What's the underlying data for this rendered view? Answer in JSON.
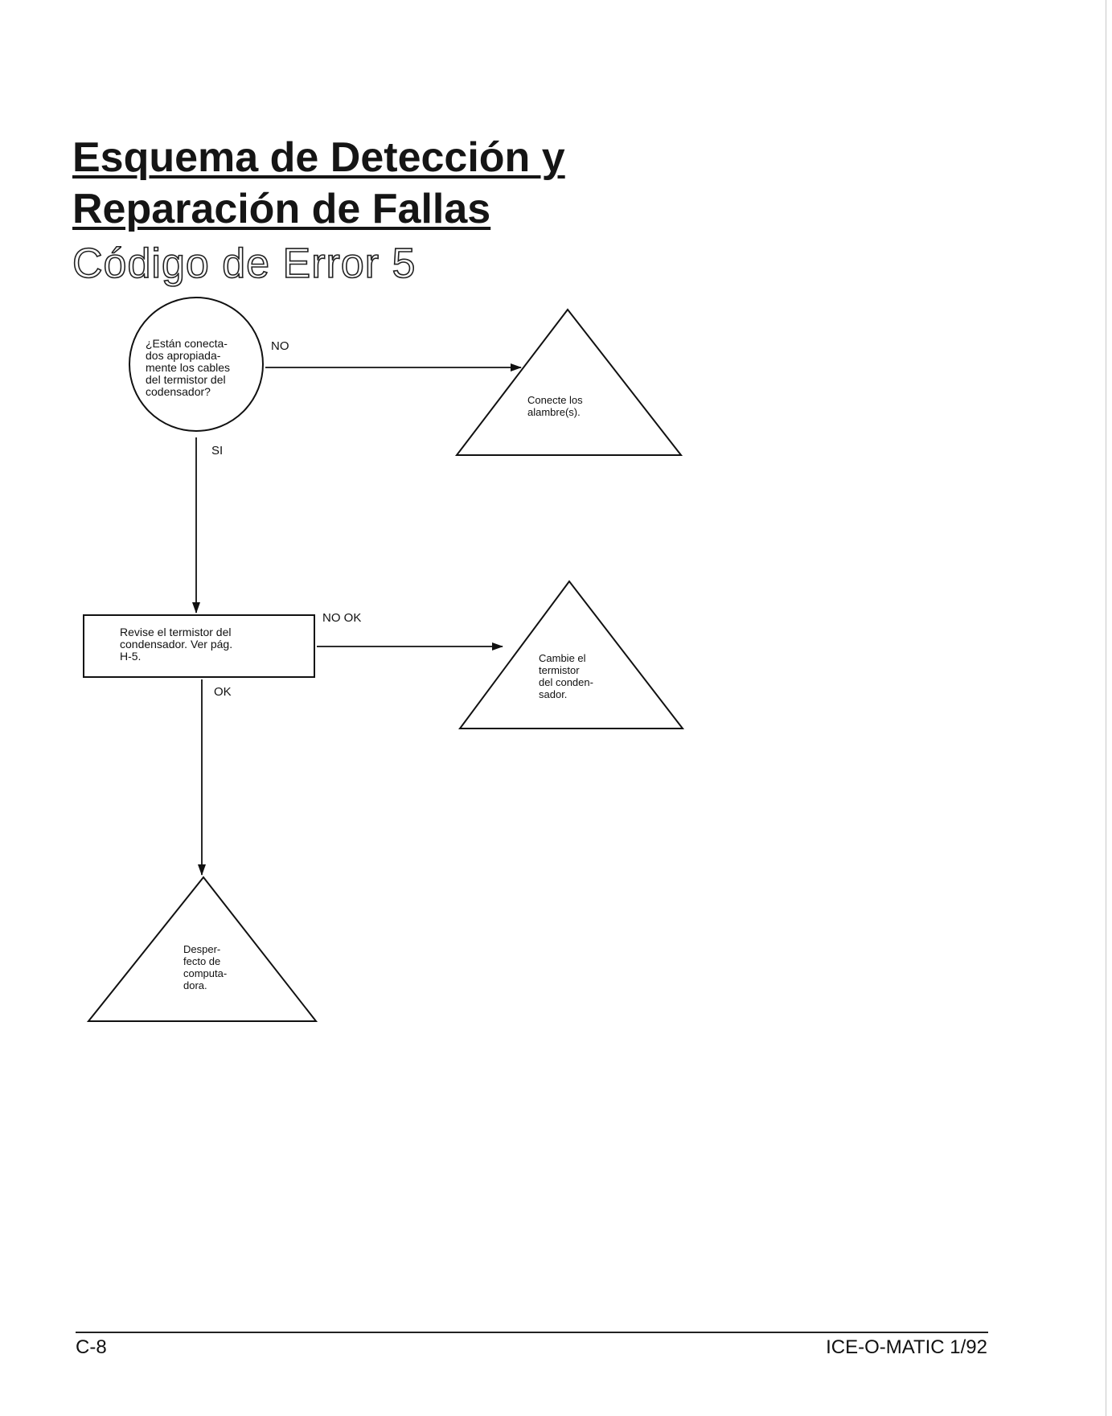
{
  "title": {
    "line1": "Esquema de Detección y",
    "line2": "Reparación de Fallas",
    "subtitle": "Código de Error 5"
  },
  "flowchart": {
    "nodes": {
      "question": {
        "shape": "circle",
        "text": "¿Están conecta-\ndos apropiada-\nmente los cables\ndel termistor del\ncodensador?"
      },
      "connect": {
        "shape": "triangle",
        "text": "Conecte los\nalambre(s)."
      },
      "check": {
        "shape": "rectangle",
        "text": "Revise el termistor del\ncondensador.  Ver pág.\nH-5."
      },
      "replace": {
        "shape": "triangle",
        "text": "Cambie el\ntermistor\ndel conden-\nsador."
      },
      "fault": {
        "shape": "triangle",
        "text": "Desper-\nfecto de\ncomputa-\ndora."
      }
    },
    "edges": {
      "question_to_connect": {
        "label": "NO"
      },
      "question_to_check": {
        "label": "SI"
      },
      "check_to_replace": {
        "label": "NO OK"
      },
      "check_to_fault": {
        "label": "OK"
      }
    }
  },
  "footer": {
    "left": "C-8",
    "right": "ICE-O-MATIC 1/92"
  },
  "colors": {
    "ink": "#111111",
    "paper": "#ffffff"
  }
}
